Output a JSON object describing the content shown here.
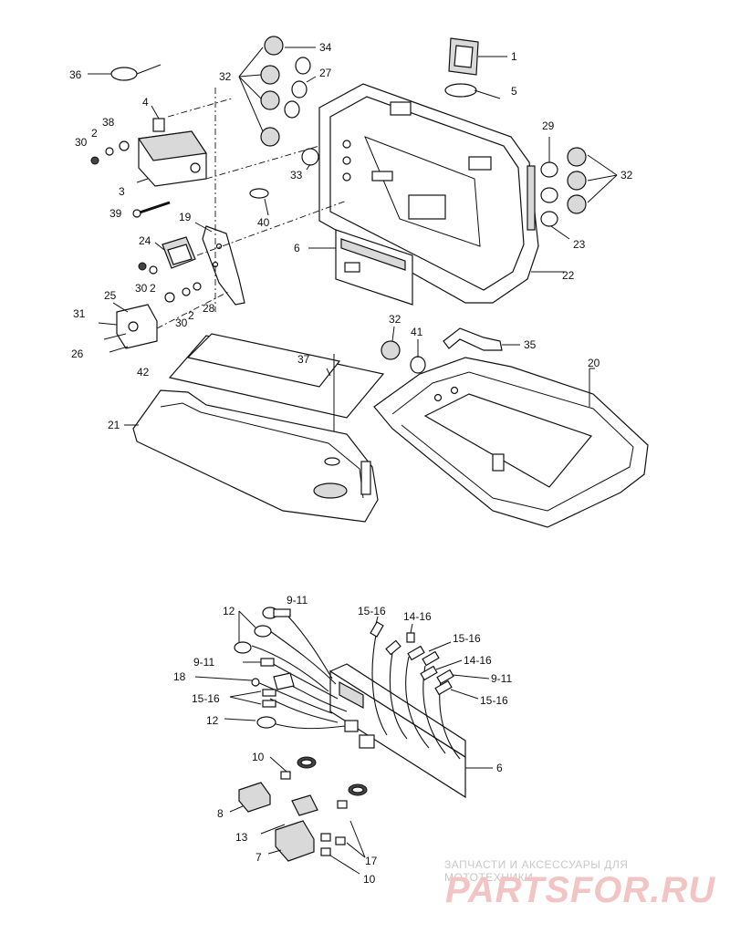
{
  "callouts": {
    "c1": "1",
    "c2a": "2",
    "c2b": "2",
    "c2c": "2",
    "c3": "3",
    "c4": "4",
    "c5": "5",
    "c6a": "6",
    "c6b": "6",
    "c7": "7",
    "c8": "8",
    "c9_11a": "9-11",
    "c9_11b": "9-11",
    "c9_11c": "9-11",
    "c10a": "10",
    "c10b": "10",
    "c12a": "12",
    "c12b": "12",
    "c13": "13",
    "c14_16a": "14-16",
    "c14_16b": "14-16",
    "c15_16a": "15-16",
    "c15_16b": "15-16",
    "c15_16c": "15-16",
    "c15_16d": "15-16",
    "c17": "17",
    "c18": "18",
    "c19": "19",
    "c20": "20",
    "c21": "21",
    "c22": "22",
    "c23": "23",
    "c24": "24",
    "c25": "25",
    "c26": "26",
    "c27": "27",
    "c28": "28",
    "c29": "29",
    "c30a": "30",
    "c30b": "30",
    "c30c": "30",
    "c31": "31",
    "c32a": "32",
    "c32b": "32",
    "c32c": "32",
    "c33": "33",
    "c34": "34",
    "c35": "35",
    "c36": "36",
    "c37": "37",
    "c38": "38",
    "c39": "39",
    "c40": "40",
    "c41": "41",
    "c42": "42"
  },
  "watermark": {
    "tagline": "ЗАПЧАСТИ И АКСЕССУАРЫ ДЛЯ МОТОТЕХНИКИ",
    "logo": "PARTSFOR.RU"
  }
}
